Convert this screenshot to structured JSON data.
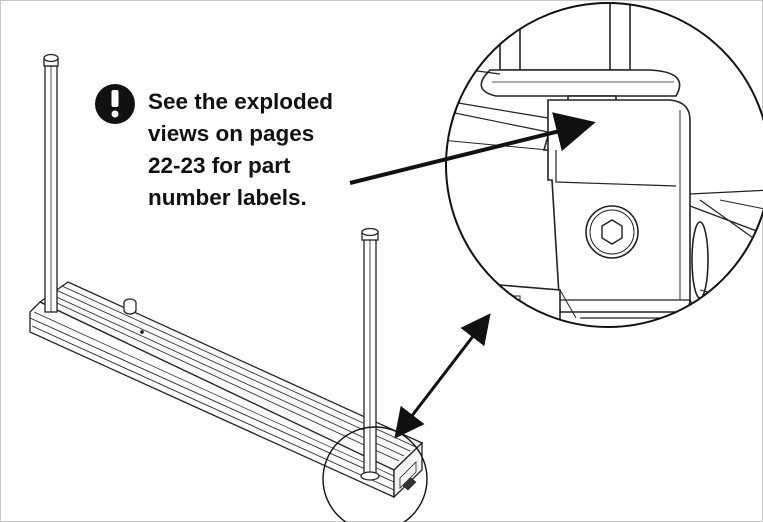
{
  "figure": {
    "note_icon": "exclamation-circle-icon",
    "note_lines": [
      "See the exploded",
      "views on pages",
      "22-23 for part",
      "number labels."
    ],
    "colors": {
      "line": "#111111",
      "background": "#ffffff",
      "border": "#c8c8c8"
    }
  }
}
